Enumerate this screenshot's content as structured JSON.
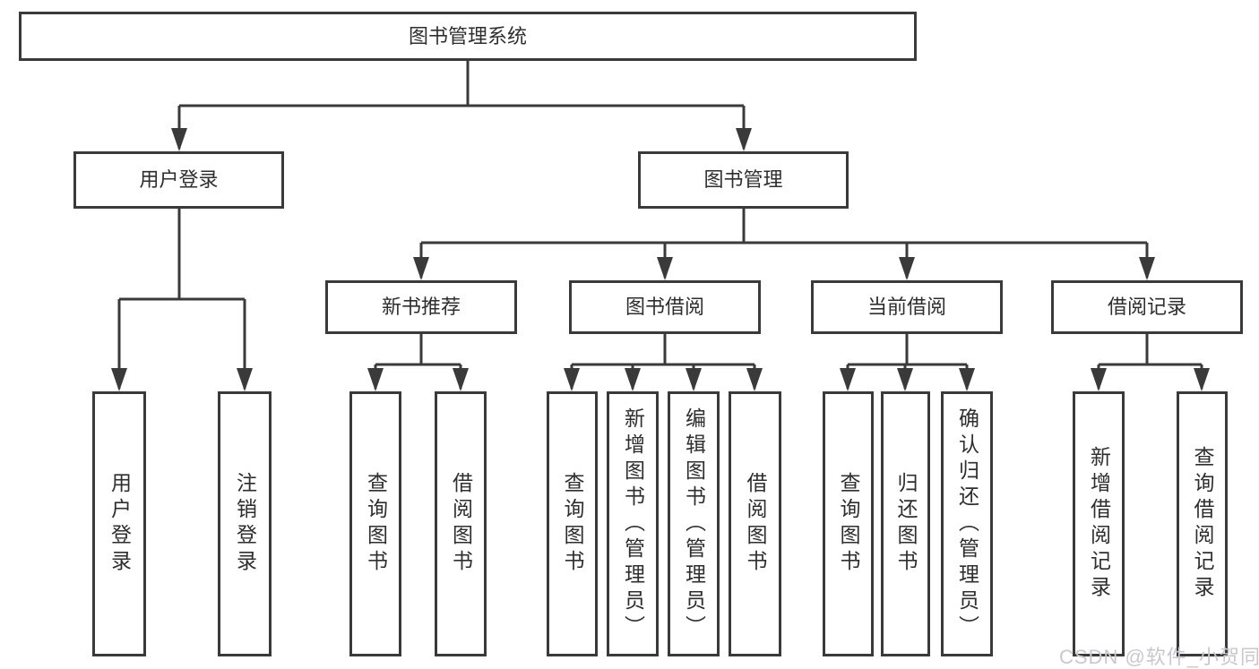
{
  "diagram": {
    "root": {
      "label": "图书管理系统"
    },
    "level2": [
      {
        "label": "用户登录"
      },
      {
        "label": "图书管理"
      }
    ],
    "level3": [
      {
        "label": "新书推荐"
      },
      {
        "label": "图书借阅"
      },
      {
        "label": "当前借阅"
      },
      {
        "label": "借阅记录"
      }
    ],
    "leaves": {
      "login": [
        "用户登录",
        "注销登录"
      ],
      "recommend": [
        "查询图书",
        "借阅图书"
      ],
      "borrow": [
        "查询图书",
        "新增图书（管理员）",
        "编辑图书（管理员）",
        "借阅图书"
      ],
      "current": [
        "查询图书",
        "归还图书",
        "确认归还（管理员）"
      ],
      "records": [
        "新增借阅记录",
        "查询借阅记录"
      ]
    }
  },
  "watermark": {
    "text": "CSDN @软件_小贺同学"
  },
  "colors": {
    "line": "#3a3a3a",
    "text": "#2e2e2e",
    "bg": "#ffffff",
    "watermark": "#c8c8ce"
  }
}
